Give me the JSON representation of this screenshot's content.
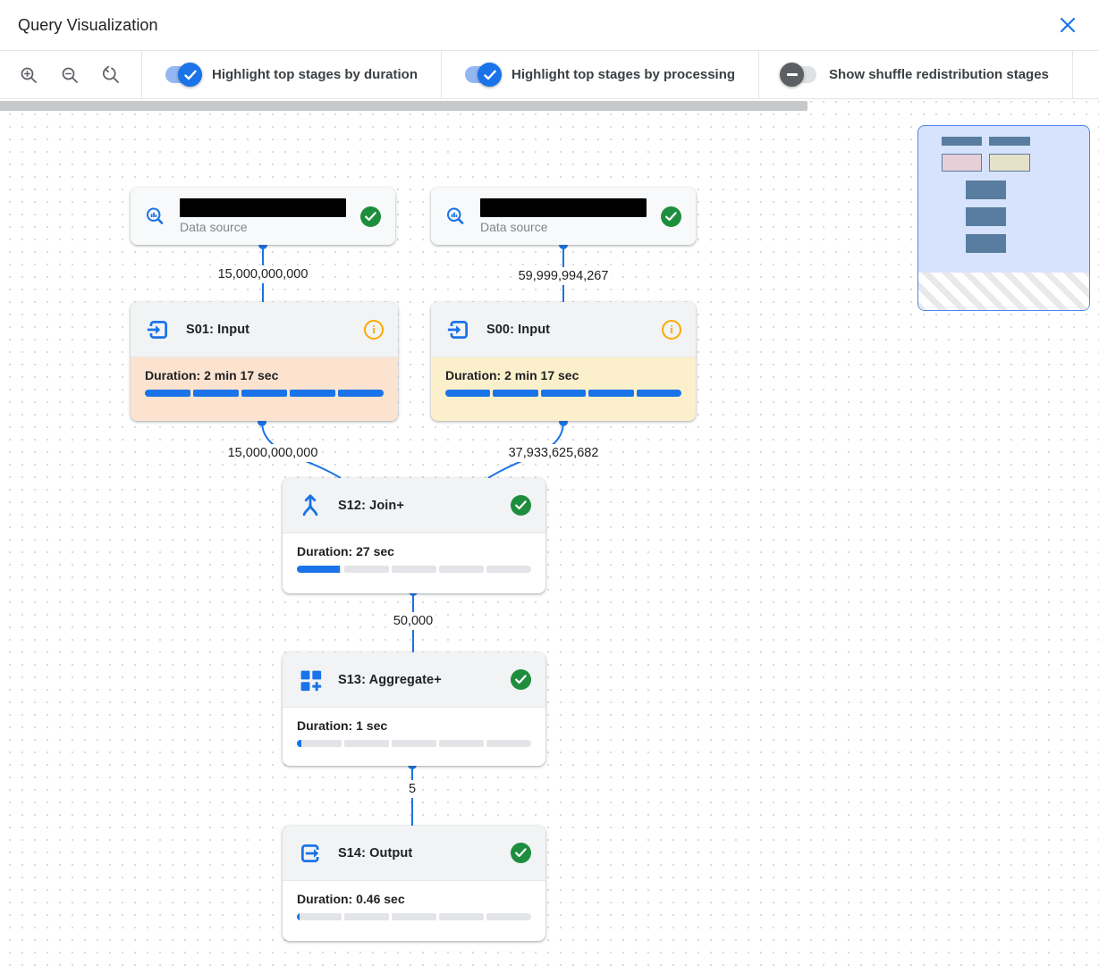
{
  "header": {
    "title": "Query Visualization"
  },
  "icons": {
    "close": "close-icon",
    "zoom_in": "zoom-in-icon",
    "zoom_out": "zoom-out-icon",
    "zoom_reset": "zoom-reset-icon",
    "info_glyph": "i",
    "data_source": "search-chart-icon",
    "input": "input-icon",
    "output": "output-icon",
    "join": "merge-icon",
    "aggregate": "aggregate-plus-icon",
    "success": "check-circle-icon",
    "warning": "info-circle-icon"
  },
  "toolbar": {
    "toggles": [
      {
        "label": "Highlight top stages by duration",
        "state": "on"
      },
      {
        "label": "Highlight top stages by processing",
        "state": "on"
      },
      {
        "label": "Show shuffle redistribution stages",
        "state": "off"
      }
    ]
  },
  "canvas": {
    "nodes": [
      {
        "id": "ds1",
        "type": "data-source",
        "label": "Data source",
        "name_redacted": true,
        "status": "success"
      },
      {
        "id": "ds2",
        "type": "data-source",
        "label": "Data source",
        "name_redacted": true,
        "status": "success"
      },
      {
        "id": "s01",
        "type": "stage",
        "title": "S01: Input",
        "duration_label": "Duration: 2 min 17 sec",
        "progress_pct": 100,
        "status": "info",
        "highlight": "duration"
      },
      {
        "id": "s00",
        "type": "stage",
        "title": "S00: Input",
        "duration_label": "Duration: 2 min 17 sec",
        "progress_pct": 100,
        "status": "info",
        "highlight": "processing"
      },
      {
        "id": "s12",
        "type": "stage",
        "title": "S12: Join+",
        "duration_label": "Duration: 27 sec",
        "progress_pct": 19,
        "status": "success",
        "highlight": "none"
      },
      {
        "id": "s13",
        "type": "stage",
        "title": "S13: Aggregate+",
        "duration_label": "Duration: 1 sec",
        "progress_pct": 2,
        "status": "success",
        "highlight": "none"
      },
      {
        "id": "s14",
        "type": "stage",
        "title": "S14: Output",
        "duration_label": "Duration: 0.46 sec",
        "progress_pct": 1,
        "status": "success",
        "highlight": "none"
      }
    ],
    "edges": [
      {
        "from": "ds1",
        "to": "s01",
        "label": "15,000,000,000"
      },
      {
        "from": "ds2",
        "to": "s00",
        "label": "59,999,994,267"
      },
      {
        "from": "s01",
        "to": "s12",
        "label": "15,000,000,000"
      },
      {
        "from": "s00",
        "to": "s12",
        "label": "37,933,625,682"
      },
      {
        "from": "s12",
        "to": "s13",
        "label": "50,000"
      },
      {
        "from": "s13",
        "to": "s14",
        "label": "5"
      }
    ],
    "minimap": {
      "viewport_color": "#d7e3fc",
      "border_color": "#4d86ec",
      "node_color": "#587da0",
      "duration_highlight_color": "#e6cfd7",
      "processing_highlight_color": "#e5e2ca",
      "outside_area": "striped"
    }
  },
  "colors": {
    "accent_blue": "#1a73e8",
    "success_green": "#1e8e3e",
    "warning_orange": "#f9ab00",
    "duration_highlight": "#fbe3d0",
    "processing_highlight": "#fbf0cb",
    "bar_fill": "#1a73e8",
    "bar_empty": "#e2e4e7"
  }
}
